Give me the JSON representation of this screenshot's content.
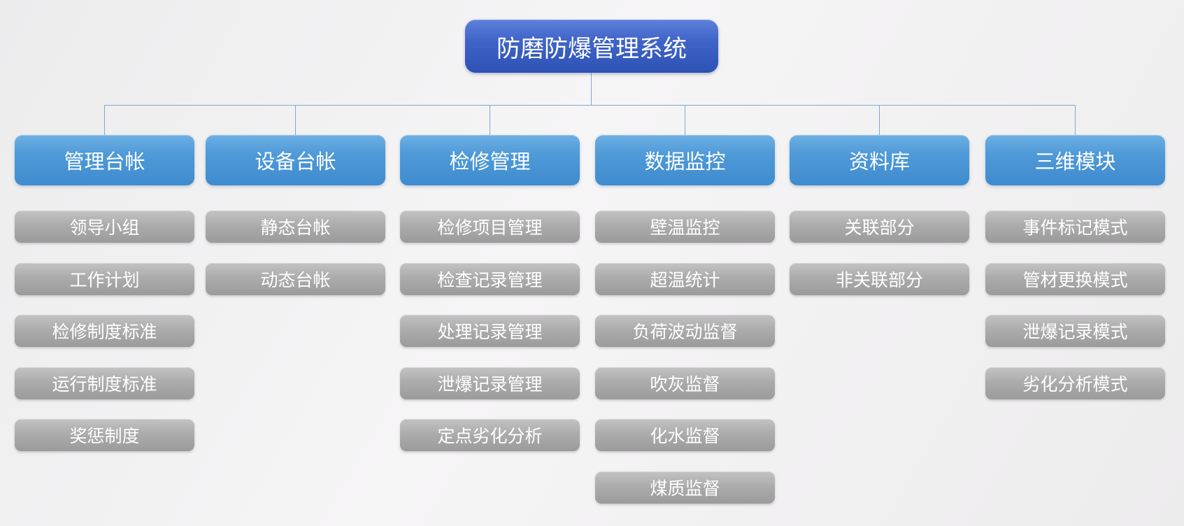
{
  "root": {
    "label": "防磨防爆管理系统"
  },
  "columns": [
    {
      "label": "管理台帐",
      "children": [
        "领导小组",
        "工作计划",
        "检修制度标准",
        "运行制度标准",
        "奖惩制度"
      ]
    },
    {
      "label": "设备台帐",
      "children": [
        "静态台帐",
        "动态台帐"
      ]
    },
    {
      "label": "检修管理",
      "children": [
        "检修项目管理",
        "检查记录管理",
        "处理记录管理",
        "泄爆记录管理",
        "定点劣化分析"
      ]
    },
    {
      "label": "数据监控",
      "children": [
        "壁温监控",
        "超温统计",
        "负荷波动监督",
        "吹灰监督",
        "化水监督",
        "煤质监督"
      ]
    },
    {
      "label": "资料库",
      "children": [
        "关联部分",
        "非关联部分"
      ]
    },
    {
      "label": "三维模块",
      "children": [
        "事件标记模式",
        "管材更换模式",
        "泄爆记录模式",
        "劣化分析模式"
      ]
    }
  ],
  "colors": {
    "root_blue": "#3f64c8",
    "branch_blue": "#4f9ad8",
    "leaf_gray": "#acacad",
    "connector_line": "#7fa9ce",
    "background": "#f1f0f1",
    "text": "#ffffff"
  }
}
